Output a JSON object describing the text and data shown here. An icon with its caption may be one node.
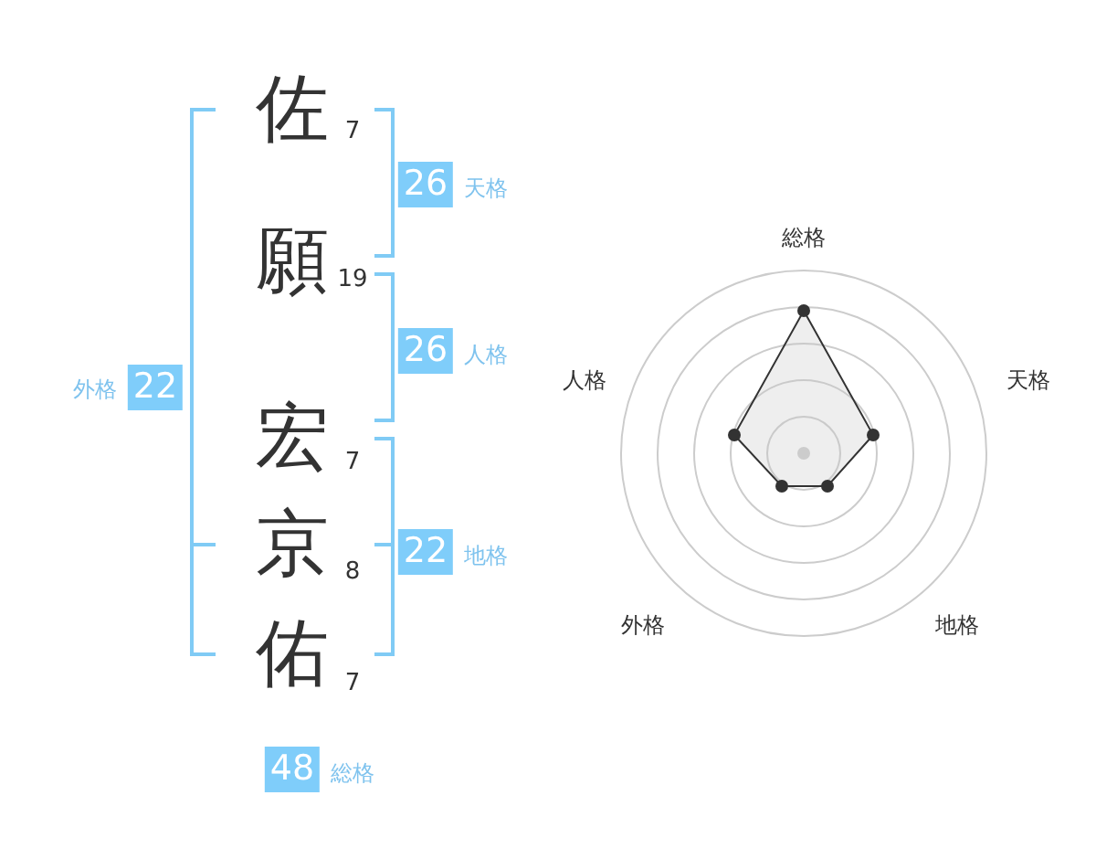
{
  "diagram": {
    "labels": [
      "佐",
      "7",
      "26",
      "天格",
      "願",
      "19",
      "26",
      "人格",
      "外格",
      "22",
      "宏",
      "7",
      "京",
      "8",
      "22",
      "地格",
      "佑",
      "7",
      "48",
      "総格",
      "総格",
      "人格",
      "天格",
      "外格",
      "地格"
    ]
  }
}
